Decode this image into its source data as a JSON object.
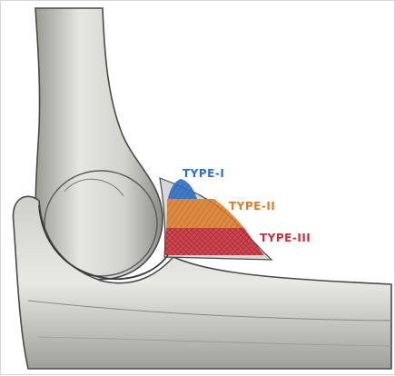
{
  "labels": {
    "type1": "TYPE-I",
    "type2": "TYPE-II",
    "type3": "TYPE-III"
  },
  "colors": {
    "type1": "#2f6fc7",
    "type2": "#e07a26",
    "type3": "#cf2d3a",
    "bone": "#d9d9d6",
    "outline": "#4a4a4a"
  }
}
